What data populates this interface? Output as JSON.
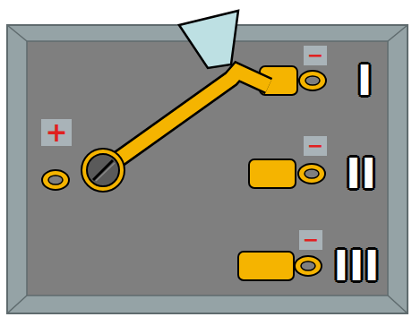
{
  "diagram": {
    "labels": [
      "+",
      "−",
      "−",
      "−",
      "I",
      "II",
      "III"
    ]
  }
}
